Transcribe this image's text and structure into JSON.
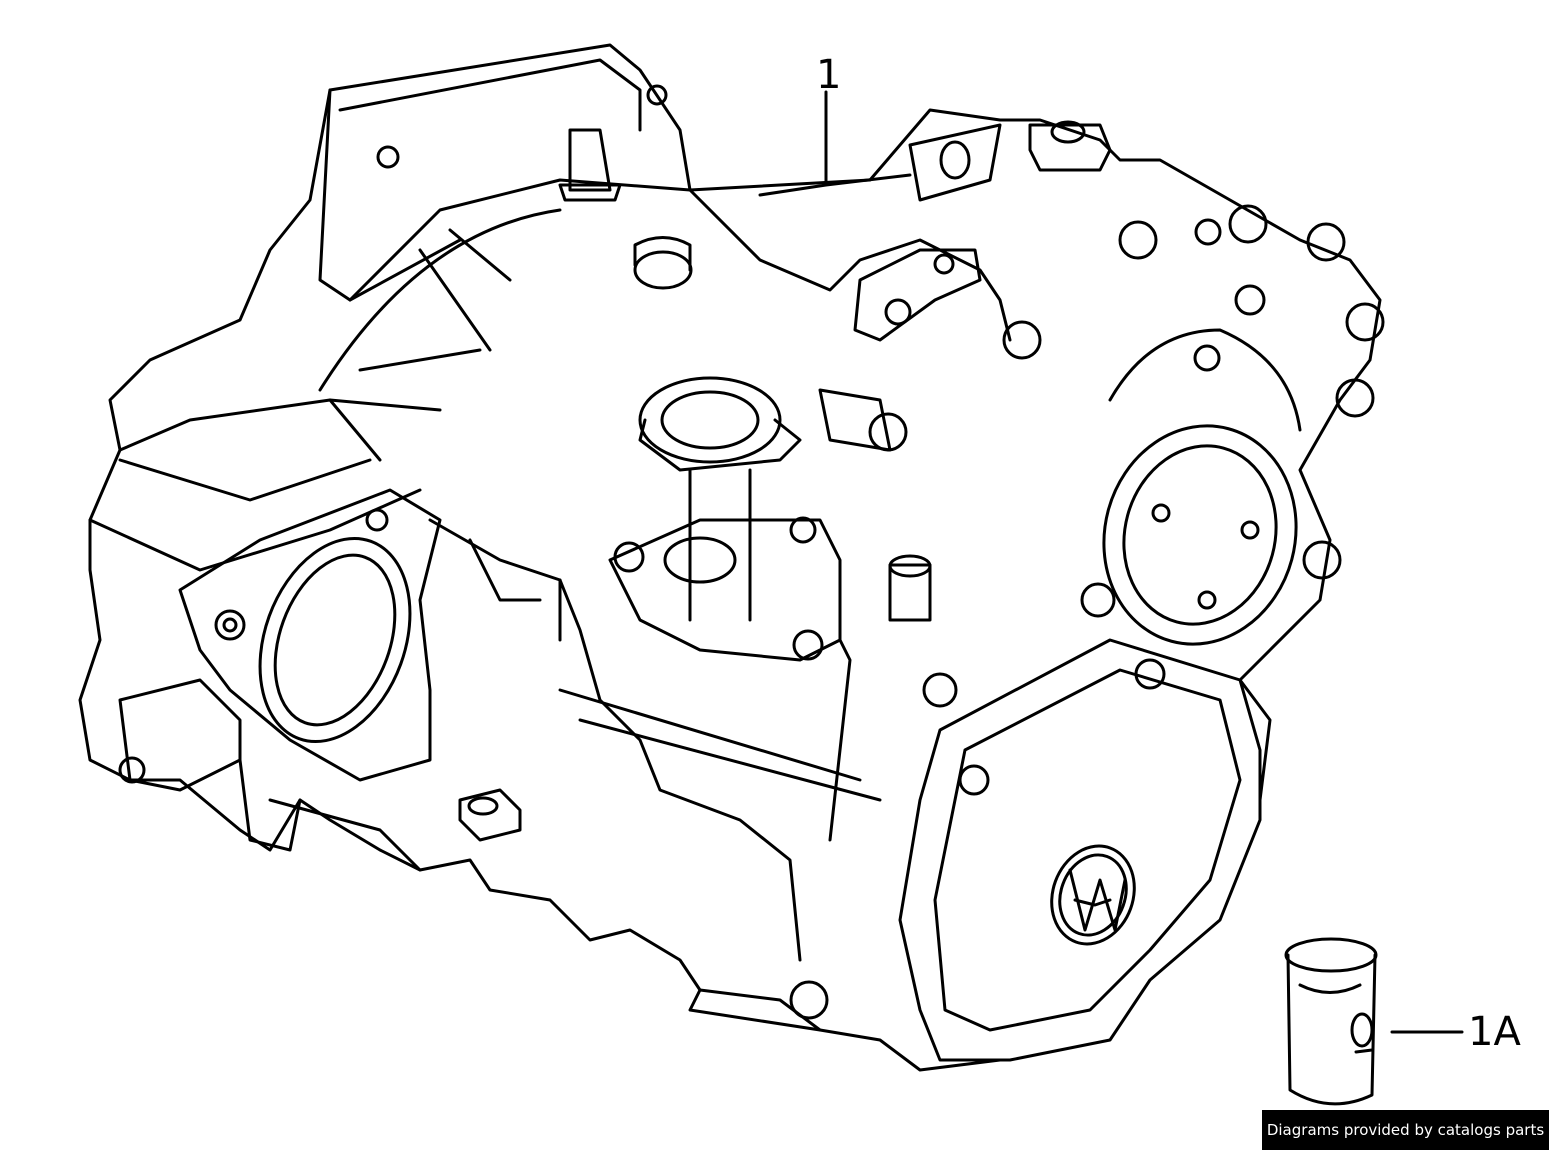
{
  "callouts": {
    "part_1": "1",
    "part_1a": "1A"
  },
  "credit": "Diagrams provided by catalogs parts",
  "icons": {
    "logo": "vw-logo"
  },
  "colors": {
    "line": "#000000",
    "background": "#ffffff",
    "credit_bg": "#000000",
    "credit_text": "#ffffff"
  }
}
